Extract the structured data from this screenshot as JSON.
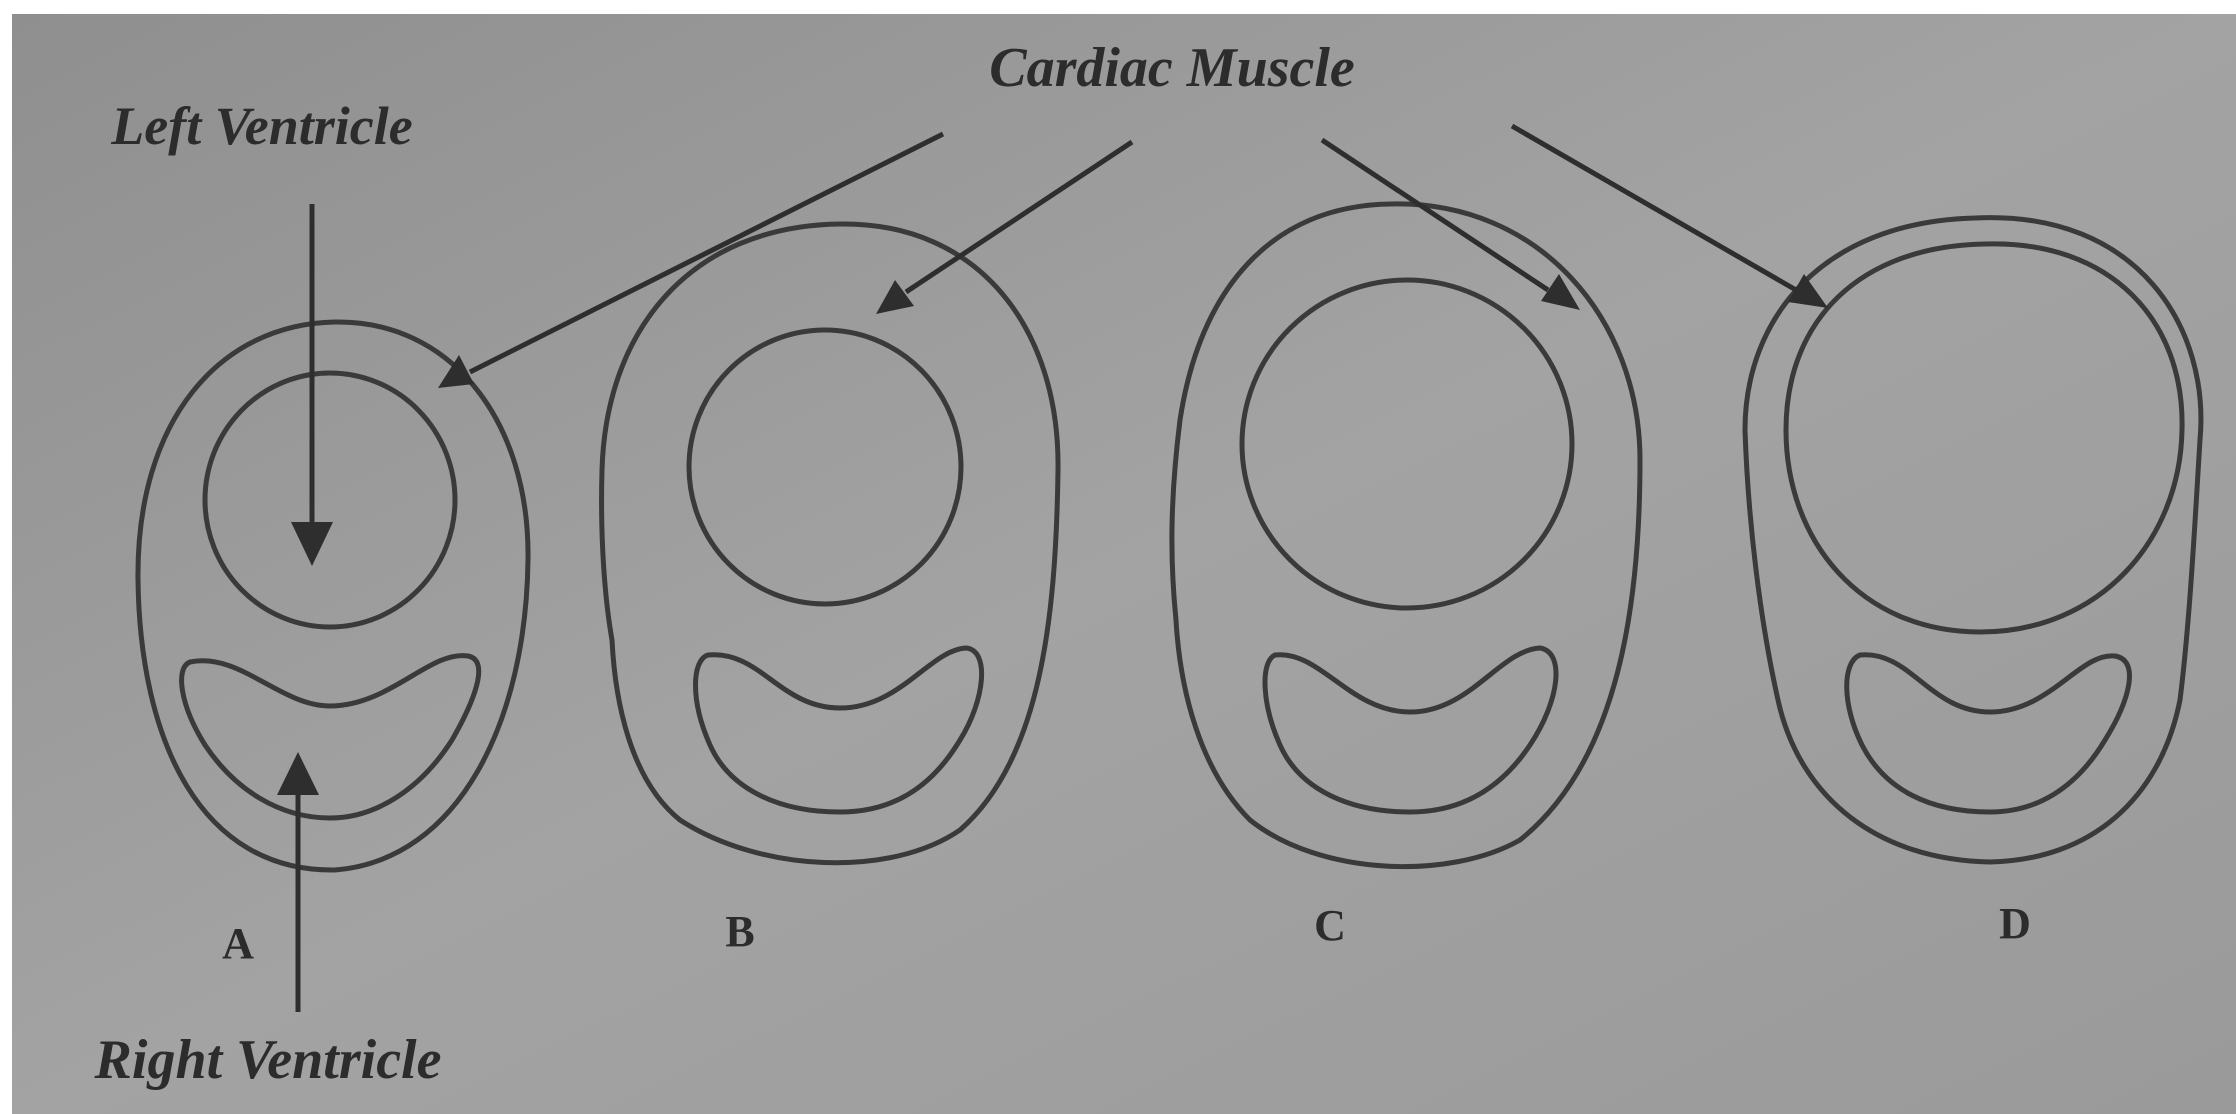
{
  "labels": {
    "cardiac_muscle": "Cardiac Muscle",
    "left_ventricle": "Left Ventricle",
    "right_ventricle": "Right Ventricle"
  },
  "panels": [
    {
      "letter": "A"
    },
    {
      "letter": "B"
    },
    {
      "letter": "C"
    },
    {
      "letter": "D"
    }
  ],
  "colors": {
    "paper": "#9c9c9c",
    "ink": "#2e2e2e"
  }
}
